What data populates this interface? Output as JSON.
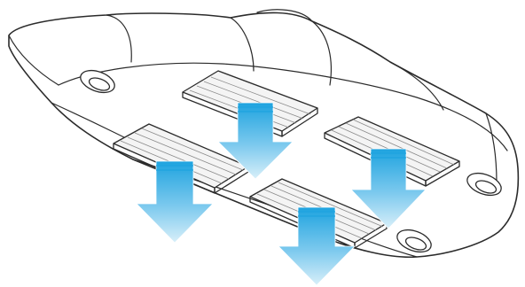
{
  "diagram": {
    "subject": "underside-of-unit-with-four-vents",
    "vent_count": 4,
    "arrow_count": 4,
    "arrow_direction": "down",
    "colors": {
      "outline": "#2b2b2b",
      "body_fill": "#ffffff",
      "vent_fill": "#f2f2f2",
      "arrow_top": "#1ea3df",
      "arrow_bottom": "#d8eff9"
    },
    "icons": [
      "airflow-arrow-icon"
    ]
  }
}
